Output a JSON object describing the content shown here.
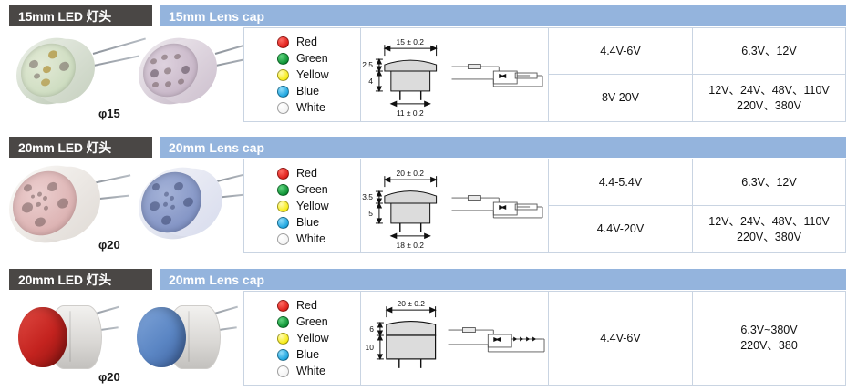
{
  "page": {
    "accent_blue": "#94b4dd",
    "header_dark": "#4a4745",
    "border_color": "#c9d4e2"
  },
  "sections": [
    {
      "id": "row-15mm",
      "header_dark": "15mm LED 灯头",
      "header_blue": "15mm Lens cap",
      "diameter_label": "φ15",
      "photos": [
        {
          "name": "led-15mm-green",
          "cap_color": "#d9e4cf",
          "face_color": "#cfe0c3"
        },
        {
          "name": "led-15mm-violet",
          "cap_color": "#d8cfd9",
          "face_color": "#c9b9c9"
        }
      ],
      "colors": [
        {
          "name": "Red",
          "hex": "#e0201b"
        },
        {
          "name": "Green",
          "hex": "#0f9436"
        },
        {
          "name": "Yellow",
          "hex": "#f7ec18"
        },
        {
          "name": "Blue",
          "hex": "#1fa6e0"
        },
        {
          "name": "White",
          "hex": "#ffffff"
        }
      ],
      "drawing": {
        "top_dim": "15 ± 0.2",
        "bottom_dim": "11 ± 0.2",
        "height_a": "2.5",
        "height_b": "4",
        "shape": "domed-flange"
      },
      "forward_voltage": [
        {
          "lines": [
            "4.4V-6V"
          ]
        },
        {
          "lines": [
            "8V-20V"
          ]
        }
      ],
      "rated_voltage": [
        {
          "lines": [
            "6.3V、12V"
          ]
        },
        {
          "lines": [
            "12V、24V、48V、110V",
            "220V、380V"
          ]
        }
      ]
    },
    {
      "id": "row-20mm-flat",
      "header_dark": "20mm LED 灯头",
      "header_blue": "20mm Lens cap",
      "diameter_label": "φ20",
      "photos": [
        {
          "name": "led-20mm-pink",
          "cap_color": "#efe9e4",
          "face_color": "#d8b3b3"
        },
        {
          "name": "led-20mm-blue",
          "cap_color": "#dfe2ef",
          "face_color": "#8e9fcd"
        }
      ],
      "colors": [
        {
          "name": "Red",
          "hex": "#e0201b"
        },
        {
          "name": "Green",
          "hex": "#0f9436"
        },
        {
          "name": "Yellow",
          "hex": "#f7ec18"
        },
        {
          "name": "Blue",
          "hex": "#1fa6e0"
        },
        {
          "name": "White",
          "hex": "#ffffff"
        }
      ],
      "drawing": {
        "top_dim": "20 ± 0.2",
        "bottom_dim": "18 ± 0.2",
        "height_a": "3.5",
        "height_b": "5",
        "shape": "domed-flange"
      },
      "forward_voltage": [
        {
          "lines": [
            "4.4-5.4V"
          ]
        },
        {
          "lines": [
            "4.4V-20V"
          ]
        }
      ],
      "rated_voltage": [
        {
          "lines": [
            "6.3V、12V"
          ]
        },
        {
          "lines": [
            "12V、24V、48V、110V",
            "220V、380V"
          ]
        }
      ]
    },
    {
      "id": "row-20mm-barrel",
      "header_dark": "20mm LED 灯头",
      "header_blue": "20mm Lens cap",
      "diameter_label": "φ20",
      "photos": [
        {
          "name": "led-20mm-red-barrel",
          "cap_color": "#c4231f",
          "face_color": "#c4231f"
        },
        {
          "name": "led-20mm-blue-barrel",
          "cap_color": "#5b86c4",
          "face_color": "#5b86c4"
        }
      ],
      "colors": [
        {
          "name": "Red",
          "hex": "#e0201b"
        },
        {
          "name": "Green",
          "hex": "#0f9436"
        },
        {
          "name": "Yellow",
          "hex": "#f7ec18"
        },
        {
          "name": "Blue",
          "hex": "#1fa6e0"
        },
        {
          "name": "White",
          "hex": "#ffffff"
        }
      ],
      "drawing": {
        "top_dim": "20 ± 0.2",
        "bottom_dim": "",
        "height_a": "6",
        "height_b": "10",
        "shape": "barrel"
      },
      "forward_voltage": [
        {
          "lines": [
            "4.4V-6V"
          ]
        }
      ],
      "rated_voltage": [
        {
          "lines": [
            "6.3V~380V",
            "220V、380"
          ]
        }
      ]
    }
  ]
}
